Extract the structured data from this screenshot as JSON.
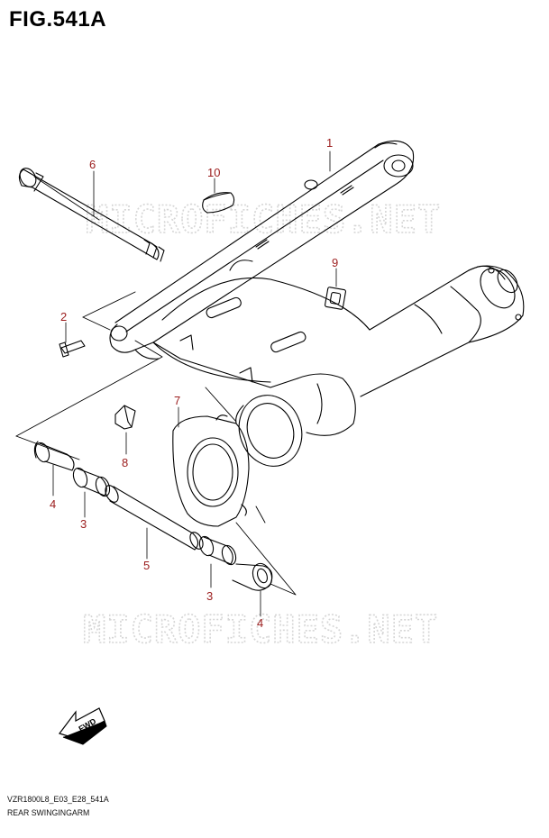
{
  "figure": {
    "title": "FIG.541A",
    "code": "VZR1800L8_E03_E28_541A",
    "name": "REAR SWINGINGARM"
  },
  "watermark": "MICROFICHES.NET",
  "callouts": {
    "c1": "1",
    "c2": "2",
    "c3a": "3",
    "c3b": "3",
    "c4a": "4",
    "c4b": "4",
    "c5": "5",
    "c6": "6",
    "c7": "7",
    "c8": "8",
    "c9": "9",
    "c10": "10"
  },
  "fwd_label": "FWD",
  "colors": {
    "callout": "#9b1c1c",
    "line": "#000000",
    "watermark": "#d6d6d6"
  }
}
